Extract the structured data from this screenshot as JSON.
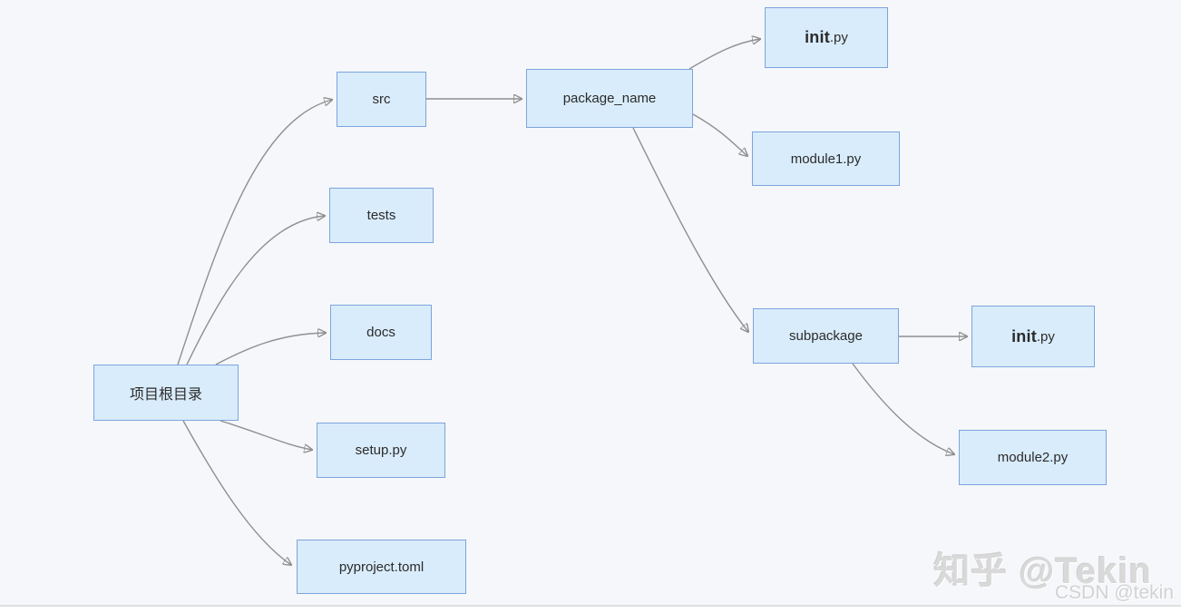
{
  "diagram": {
    "title": "Python project directory structure flowchart",
    "colors": {
      "background": "#f5f7fa",
      "node_fill": "#d9ecfb",
      "node_border": "#7da4dd",
      "edge": "#8f8f8f",
      "text": "#2b2b2b"
    },
    "nodes": {
      "root": {
        "label": "项目根目录"
      },
      "src": {
        "label": "src"
      },
      "tests": {
        "label": "tests"
      },
      "docs": {
        "label": "docs"
      },
      "setup": {
        "label": "setup.py"
      },
      "pyproject": {
        "label": "pyproject.toml"
      },
      "package": {
        "label": "package_name"
      },
      "init1": {
        "label_strong": "init",
        "label_rest": ".py"
      },
      "module1": {
        "label": "module1.py"
      },
      "subpackage": {
        "label": "subpackage"
      },
      "init2": {
        "label_strong": "init",
        "label_rest": ".py"
      },
      "module2": {
        "label": "module2.py"
      }
    },
    "edges": [
      {
        "from": "项目根目录",
        "to": "src"
      },
      {
        "from": "项目根目录",
        "to": "tests"
      },
      {
        "from": "项目根目录",
        "to": "docs"
      },
      {
        "from": "项目根目录",
        "to": "setup.py"
      },
      {
        "from": "项目根目录",
        "to": "pyproject.toml"
      },
      {
        "from": "src",
        "to": "package_name"
      },
      {
        "from": "package_name",
        "to": "init.py"
      },
      {
        "from": "package_name",
        "to": "module1.py"
      },
      {
        "from": "package_name",
        "to": "subpackage"
      },
      {
        "from": "subpackage",
        "to": "init.py"
      },
      {
        "from": "subpackage",
        "to": "module2.py"
      }
    ]
  },
  "watermark": {
    "line1": "知乎 @Tekin",
    "line2": "CSDN @tekin"
  }
}
